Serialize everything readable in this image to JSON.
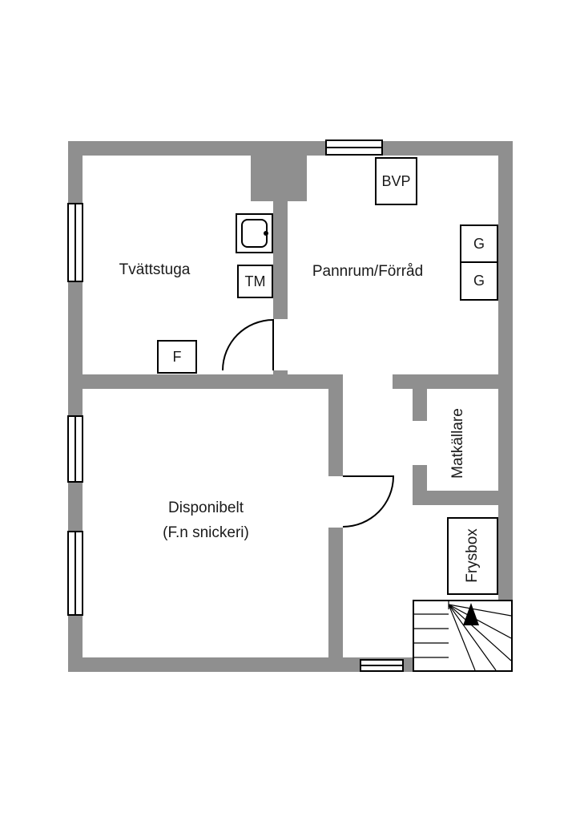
{
  "colors": {
    "wall": "#8f8f8f",
    "line": "#000000",
    "background": "#ffffff",
    "text": "#1a1a1a"
  },
  "rooms": {
    "laundry": {
      "label": "Tvättstuga"
    },
    "boiler": {
      "label": "Pannrum/Förråd"
    },
    "disponibelt": {
      "label": "Disponibelt",
      "sublabel": "(F.n snickeri)"
    },
    "matkallare": {
      "label": "Matkällare"
    },
    "frysbox": {
      "label": "Frysbox"
    }
  },
  "appliances": {
    "bvp": {
      "label": "BVP"
    },
    "tm": {
      "label": "TM"
    },
    "f": {
      "label": "F"
    },
    "g_top": {
      "label": "G"
    },
    "g_bottom": {
      "label": "G"
    }
  }
}
